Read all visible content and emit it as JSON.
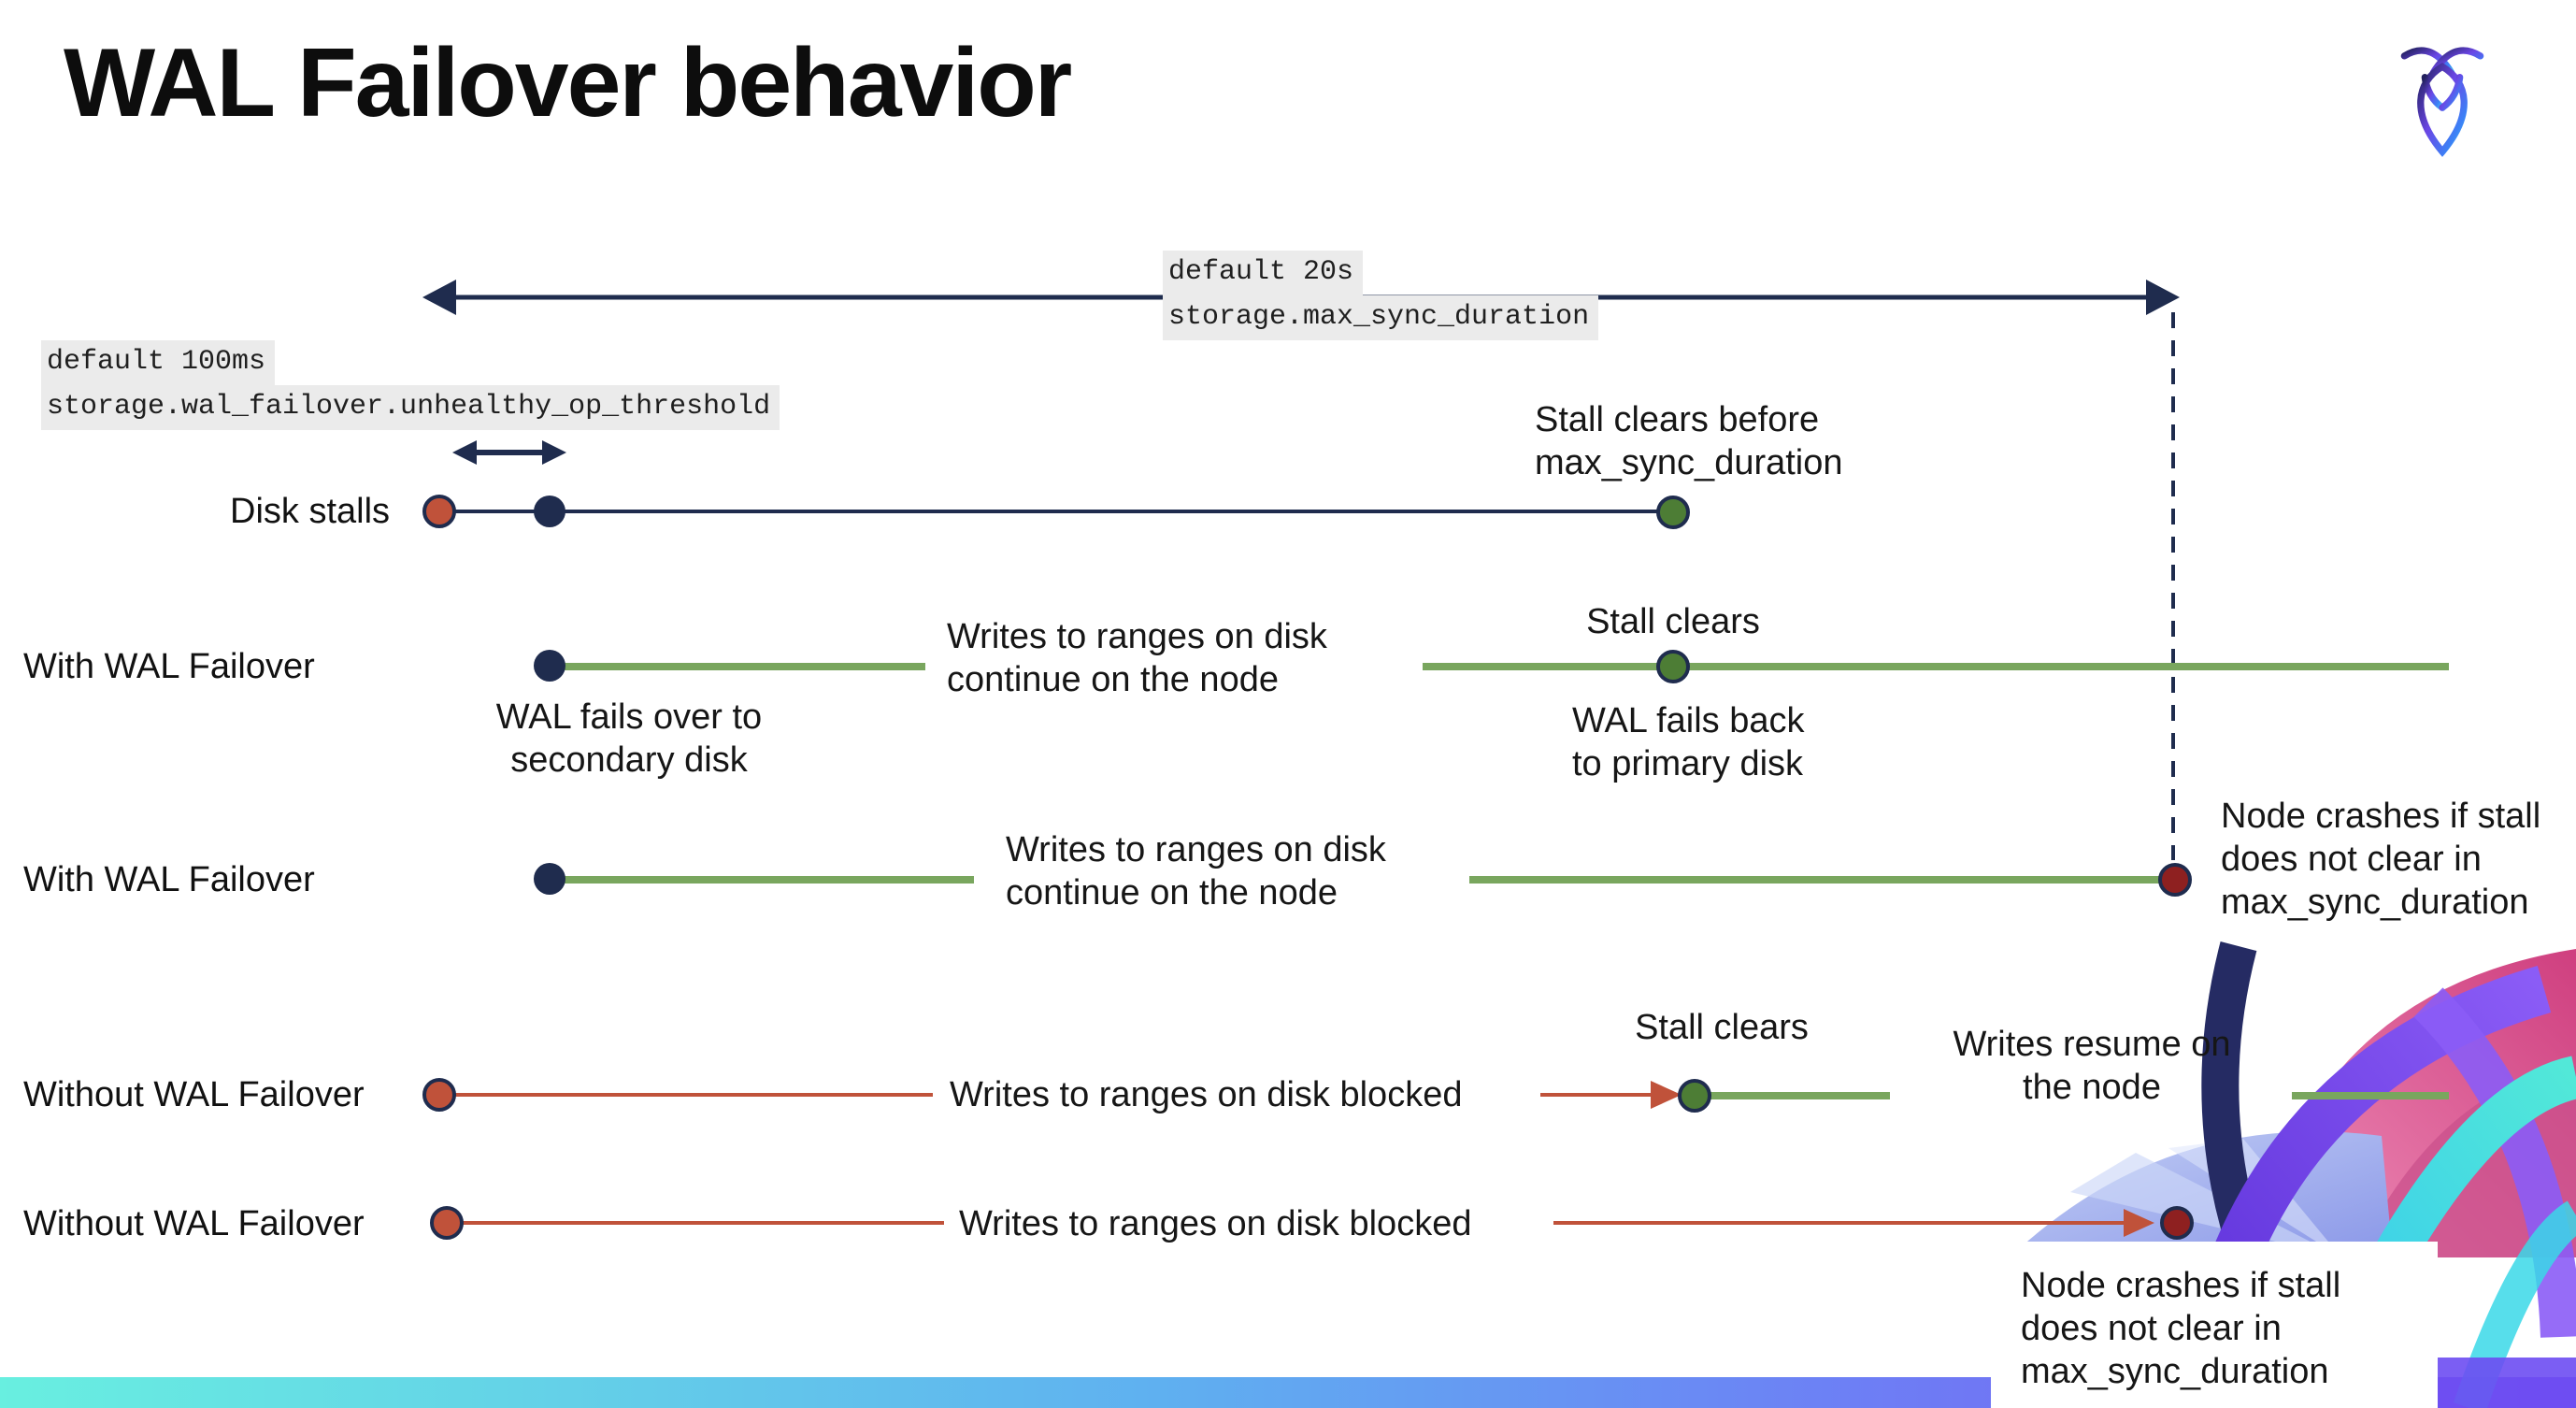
{
  "slide": {
    "title": "WAL Failover behavior"
  },
  "icons": {
    "brand_logo": "cockroachdb-mark"
  },
  "callouts": {
    "max_sync": {
      "default_label": "default 20s",
      "setting": "storage.max_sync_duration"
    },
    "unhealthy": {
      "default_label": "default 100ms",
      "setting": "storage.wal_failover.unhealthy_op_threshold"
    }
  },
  "rows": [
    {
      "label": "Disk stalls",
      "note": "Stall clears before\nmax_sync_duration"
    },
    {
      "label": "With WAL Failover",
      "failover_note": "WAL fails over to\nsecondary disk",
      "mid_text": "Writes to ranges on disk\ncontinue on the node",
      "stall_note": "Stall clears",
      "failback_note": "WAL fails  back\nto primary disk"
    },
    {
      "label": "With WAL Failover",
      "mid_text": "Writes to ranges on disk\ncontinue on the node",
      "crash_note": "Node crashes if stall\ndoes not clear in\nmax_sync_duration"
    },
    {
      "label": "Without WAL Failover",
      "mid_text": "Writes to ranges on disk  blocked",
      "stall_note": "Stall clears",
      "resume_note": "Writes resume on\nthe node"
    },
    {
      "label": "Without WAL Failover",
      "mid_text": "Writes to ranges on disk  blocked",
      "crash_note": "Node crashes if stall\ndoes not clear in\nmax_sync_duration"
    }
  ],
  "colors": {
    "navy": "#1f2c4e",
    "green_line": "#79a65e",
    "green_dot": "#4d7d35",
    "red": "#c0523a",
    "dark_red": "#8e2020",
    "code_highlight": "#ebebeb",
    "bar_gradient": [
      "#68efe0",
      "#5fb0f0",
      "#6d7ff5",
      "#7a55f0"
    ]
  }
}
